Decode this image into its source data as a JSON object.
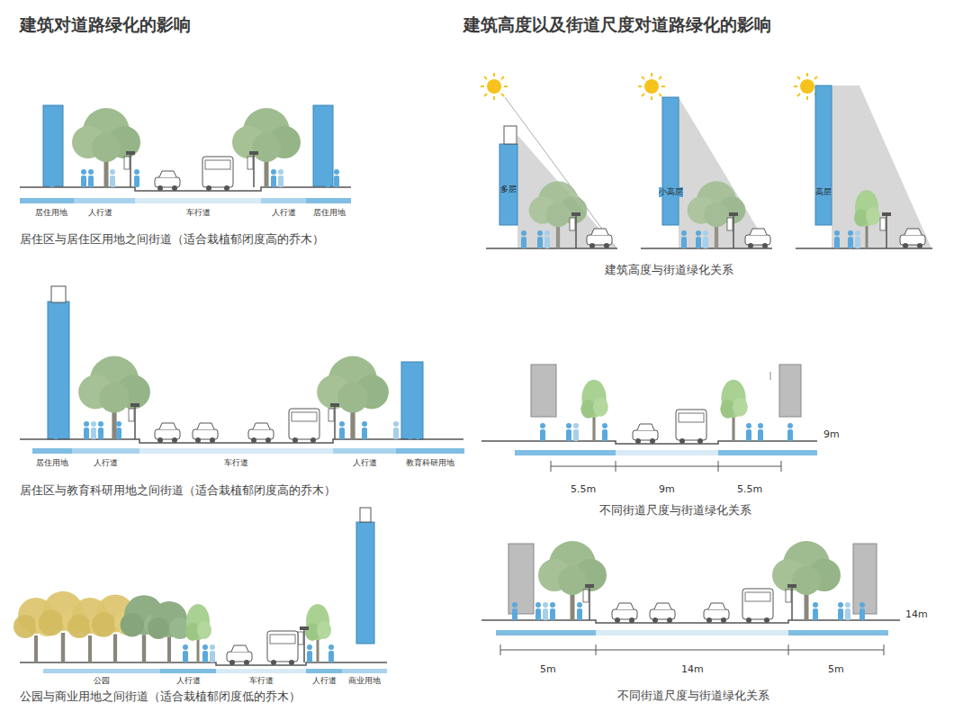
{
  "diagram": {
    "title": "建筑对道路绿化的影响",
    "labels": [
      "建筑高度以及街道尺度对道路绿化的影响",
      "居住用地",
      "人行道",
      "车行道",
      "人行道",
      "居住用地",
      "居住区与居住区用地之间街道（适合栽植郁闭度高的乔木）",
      "居住用地",
      "人行道",
      "车行道",
      "人行道",
      "教育科研用地",
      "居住区与教育科研用地之间街道（适合栽植郁闭度高的乔木）",
      "公园",
      "人行道",
      "车行道",
      "人行道",
      "商业用地",
      "公园与商业用地之间街道（适合栽植郁闭度低的乔木）",
      "多层",
      "小高层",
      "高层",
      "建筑高度与街道绿化关系",
      "9m",
      "5.5m",
      "9m",
      "5.5m",
      "不同街道尺度与街道绿化关系",
      "14m",
      "5m",
      "14m",
      "5m",
      "不同街道尺度与街道绿化关系"
    ]
  }
}
